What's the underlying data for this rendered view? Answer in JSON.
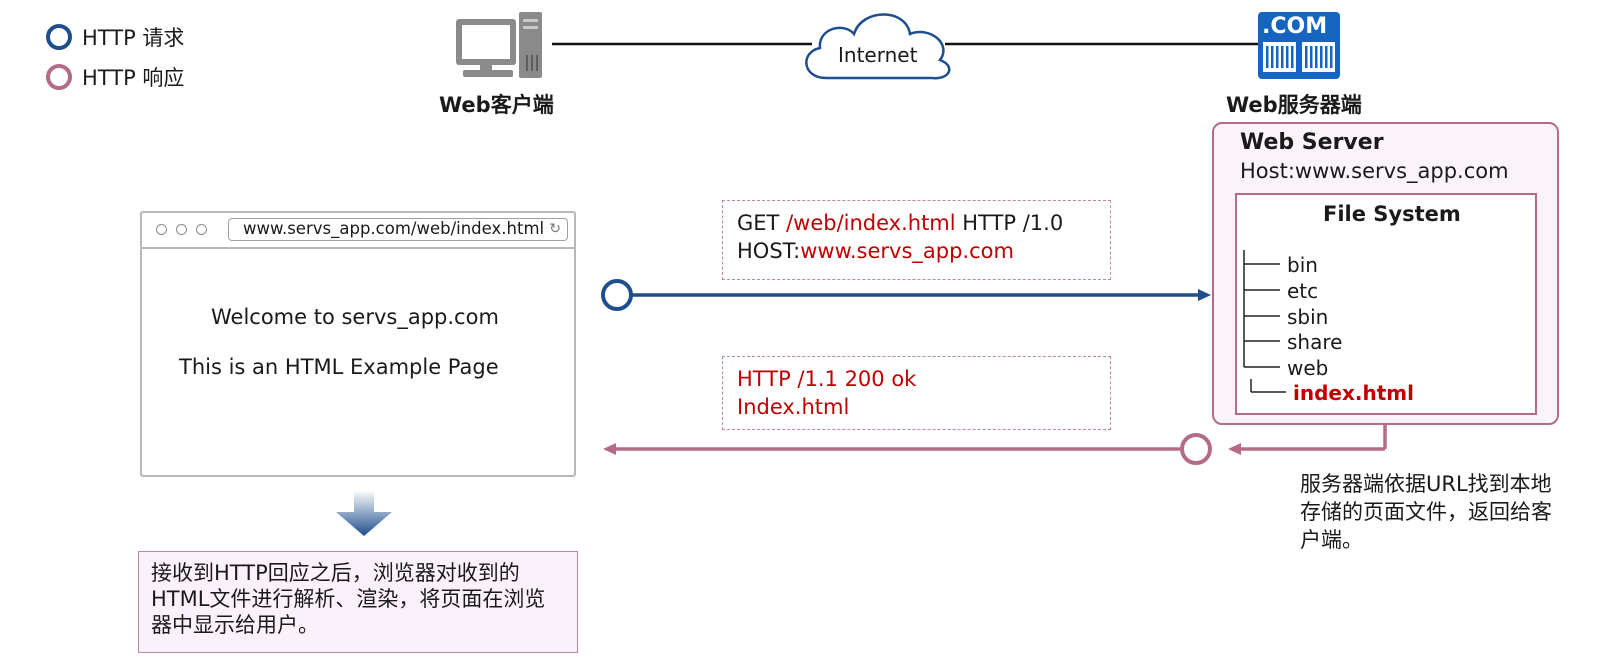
{
  "legend": {
    "request": {
      "label": "HTTP 请求",
      "color": "#1f4e8c"
    },
    "response": {
      "label": "HTTP 响应",
      "color": "#b36b88"
    }
  },
  "top": {
    "client_caption": "Web客户端",
    "internet_label": "Internet",
    "server_caption": "Web服务器端",
    "server_icon_text": ".COM"
  },
  "browser": {
    "url": "www.servs_app.com/web/index.html",
    "line1": "Welcome to servs_app.com",
    "line2": "This is an HTML Example Page"
  },
  "request_box": {
    "method": "GET",
    "path": "/web/index.html",
    "protocol": "HTTP /1.0",
    "host_label": "HOST:",
    "host_value": "www.servs_app.com"
  },
  "response_box": {
    "status_line": "HTTP /1.1 200 ok",
    "body": "Index.html"
  },
  "server": {
    "title": "Web Server",
    "host": "Host:www.servs_app.com",
    "fs_title": "File System",
    "dirs": [
      "bin",
      "etc",
      "sbin",
      "share",
      "web"
    ],
    "file": "index.html"
  },
  "server_note": "服务器端依据URL找到本地存储的页面文件，返回给客户端。",
  "client_note": "接收到HTTP回应之后，浏览器对收到的HTML文件进行解析、渲染，将页面在浏览器中显示给用户。",
  "colors": {
    "request": "#1f4e8c",
    "response": "#b36b88",
    "highlight": "#c00000",
    "icon_blue": "#1565c0"
  }
}
